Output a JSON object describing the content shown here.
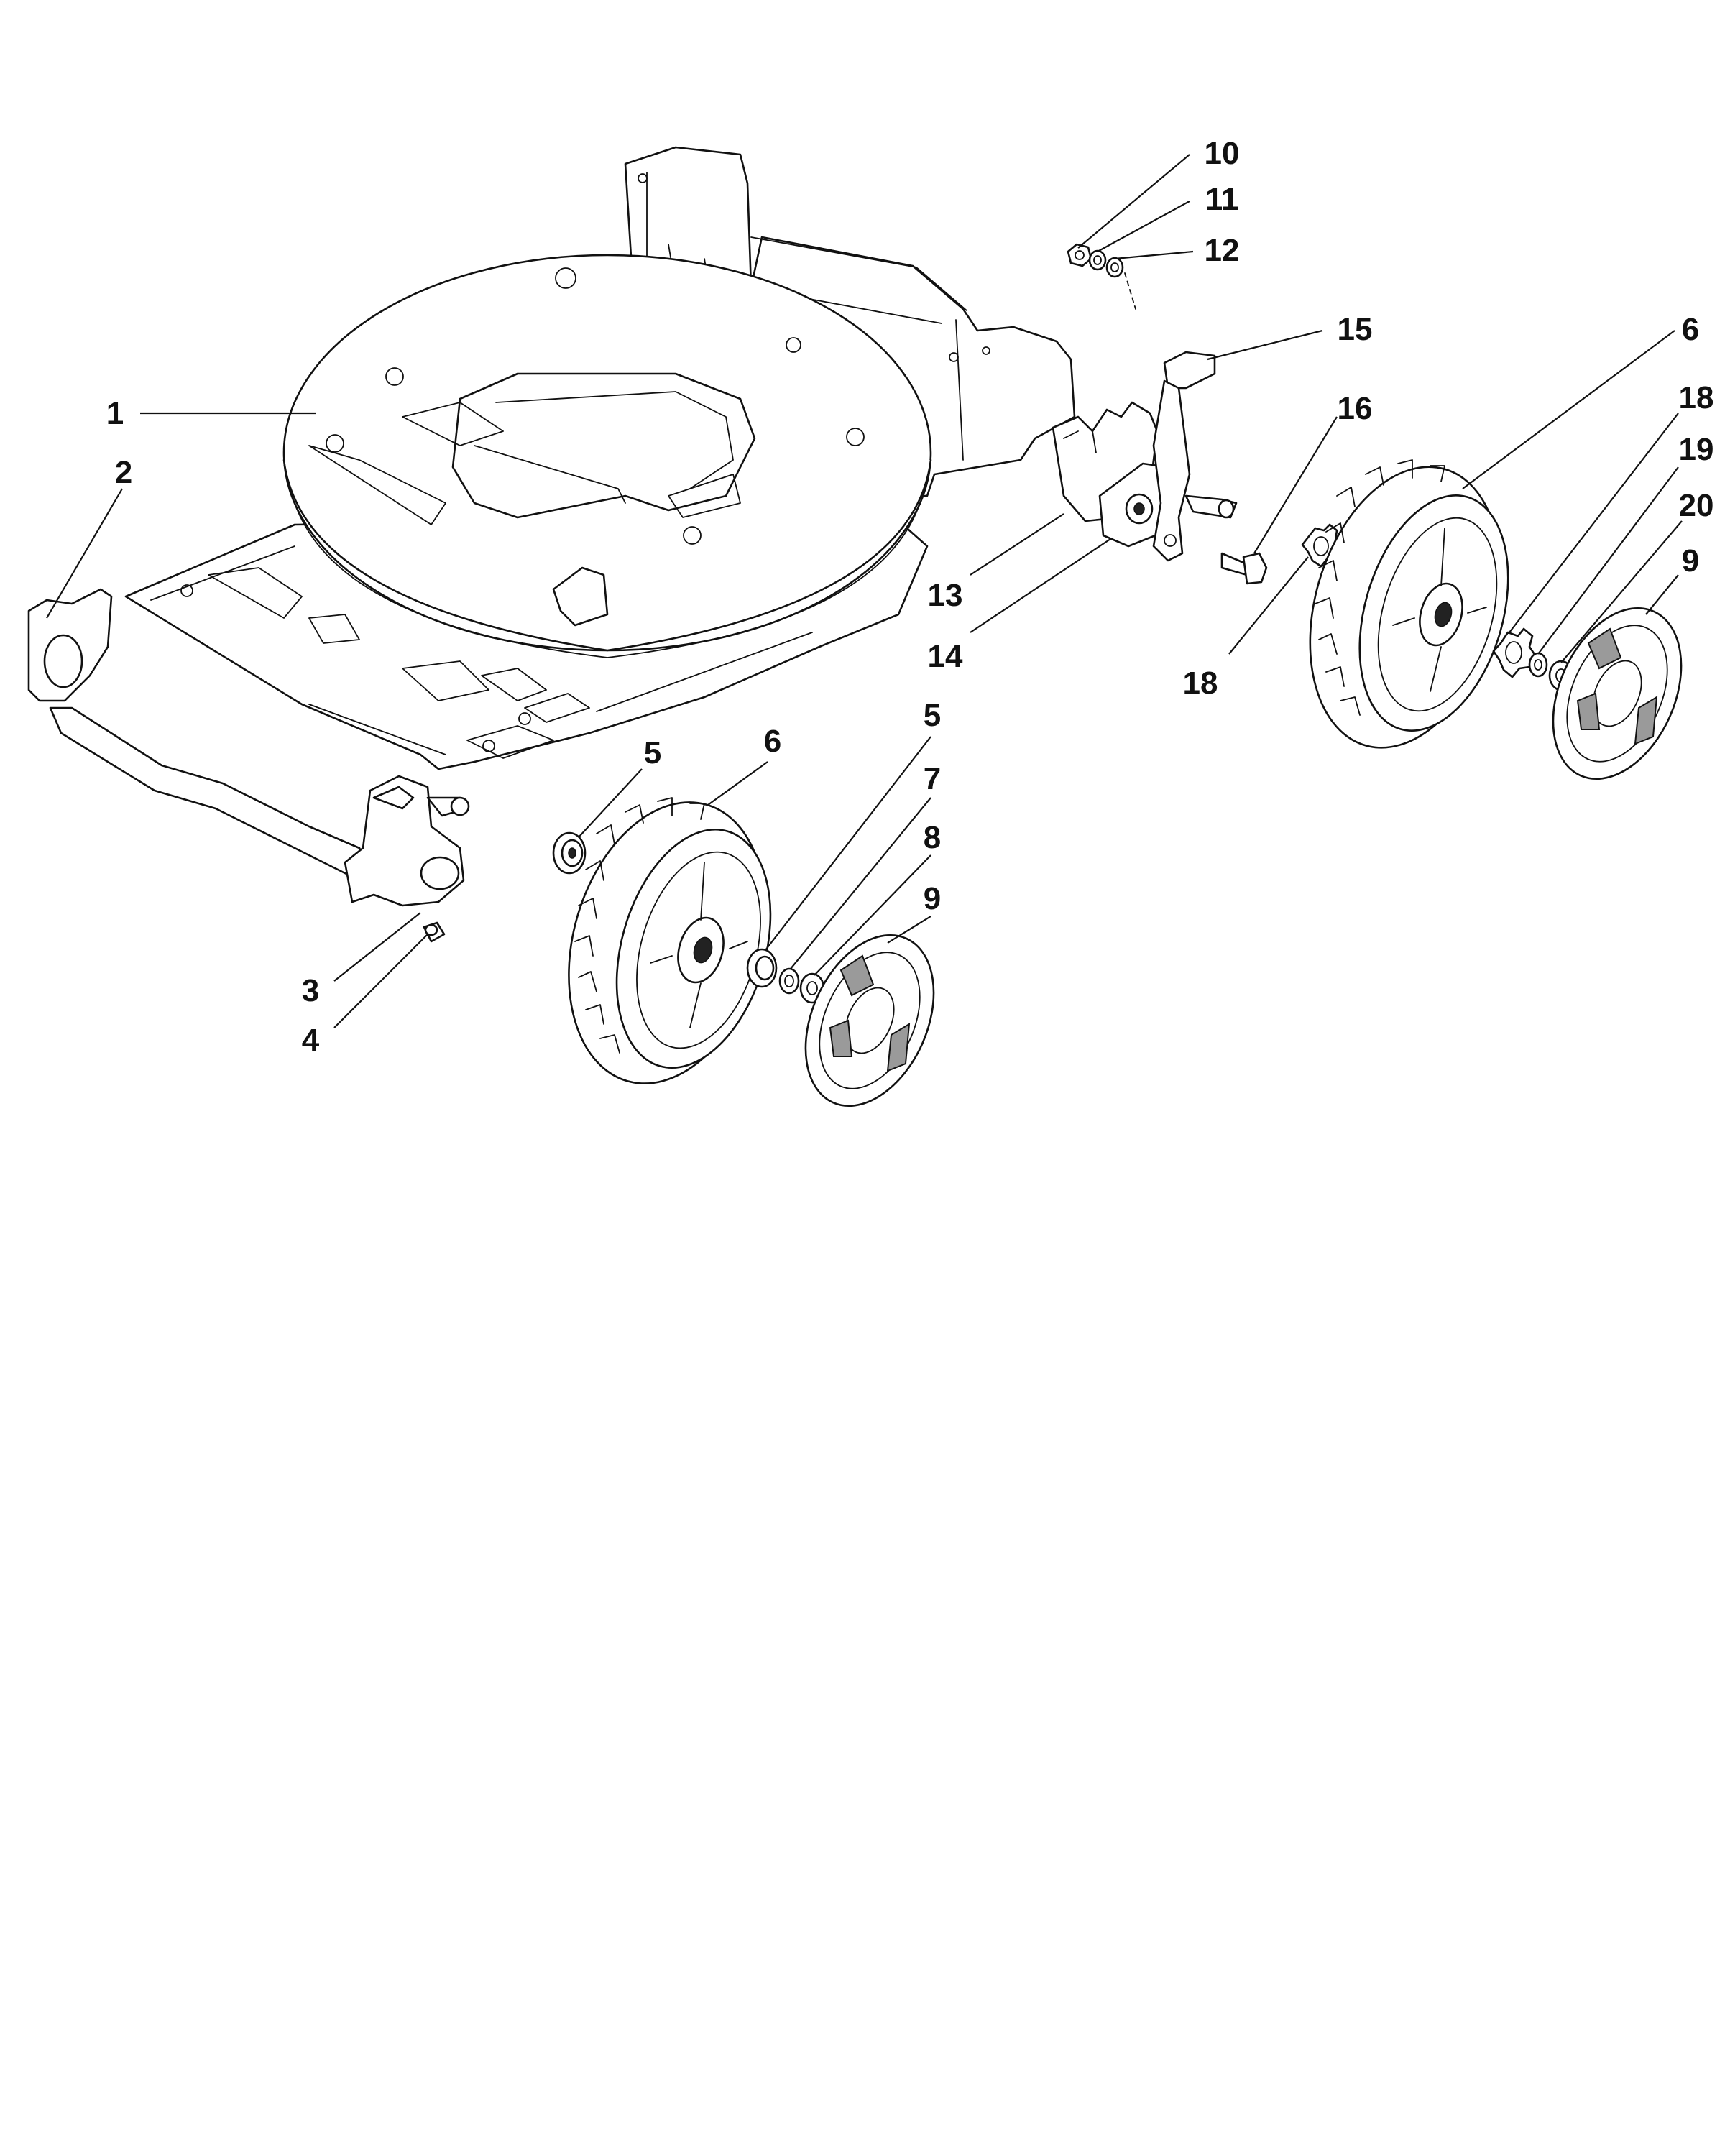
{
  "diagram": {
    "kind": "exploded parts view",
    "callouts": [
      "1",
      "2",
      "3",
      "4",
      "5",
      "6",
      "5",
      "7",
      "8",
      "9",
      "10",
      "11",
      "12",
      "15",
      "6",
      "16",
      "18",
      "19",
      "20",
      "9",
      "13",
      "14",
      "18"
    ]
  },
  "colors": {
    "line": "#111111",
    "fill": "#ffffff",
    "shade": "#9a9a9a"
  },
  "parts": [
    {
      "id": "deck",
      "callout": "1"
    },
    {
      "id": "height-adjust-axle",
      "callout": "2"
    },
    {
      "id": "bracket",
      "callout": "3"
    },
    {
      "id": "screw",
      "callout": "4"
    },
    {
      "id": "bearing",
      "callout": "5"
    },
    {
      "id": "wheel",
      "callout": "6"
    },
    {
      "id": "washer",
      "callout": "7"
    },
    {
      "id": "nut",
      "callout": "8"
    },
    {
      "id": "hub-cap",
      "callout": "9"
    },
    {
      "id": "nut-top",
      "callout": "10"
    },
    {
      "id": "washer-top",
      "callout": "11"
    },
    {
      "id": "spacer-top",
      "callout": "12"
    },
    {
      "id": "ratchet-plate",
      "callout": "13"
    },
    {
      "id": "pivot-plate",
      "callout": "14"
    },
    {
      "id": "height-lever",
      "callout": "15"
    },
    {
      "id": "bolt",
      "callout": "16"
    },
    {
      "id": "gear",
      "callout": "18"
    },
    {
      "id": "washer-rear",
      "callout": "19"
    },
    {
      "id": "nut-rear",
      "callout": "20"
    }
  ]
}
